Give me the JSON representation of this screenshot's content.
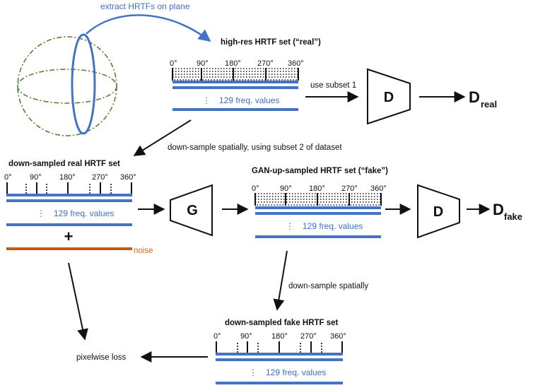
{
  "colors": {
    "blue": "#4472c4",
    "green": "#548235",
    "orange": "#c55a11",
    "black": "#111111"
  },
  "labels": {
    "extract": "extract HRTFs on plane",
    "use_subset": "use subset 1",
    "downsample_subset2": "down-sample spatially, using subset 2 of dataset",
    "downsample_spatial": "down-sample spatially",
    "noise": "noise",
    "plus": "+",
    "pixelwise_loss": "pixelwise loss"
  },
  "sets": {
    "high_res": {
      "title": "high-res HRTF set (“real”)",
      "ticks": [
        "0°",
        "90°",
        "180°",
        "270°",
        "360°"
      ],
      "freq": "129 freq. values",
      "dots": "⋮"
    },
    "down_real": {
      "title": "down-sampled real HRTF set",
      "ticks": [
        "0°",
        "90°",
        "180°",
        "270°",
        "360°"
      ],
      "freq": "129 freq. values",
      "dots": "⋮"
    },
    "gan": {
      "title": "GAN-up-sampled HRTF set  (“fake”)",
      "ticks": [
        "0°",
        "90°",
        "180°",
        "270°",
        "360°"
      ],
      "freq": "129 freq. values",
      "dots": "⋮"
    },
    "down_fake": {
      "title": "down-sampled fake HRTF set",
      "ticks": [
        "0°",
        "90°",
        "180°",
        "270°",
        "360°"
      ],
      "freq": "129 freq. values",
      "dots": "⋮"
    }
  },
  "blocks": {
    "discriminator_real": "D",
    "generator": "G",
    "discriminator_fake": "D"
  },
  "outputs": {
    "real_main": "D",
    "real_sub": "real",
    "fake_main": "D",
    "fake_sub": "fake"
  }
}
